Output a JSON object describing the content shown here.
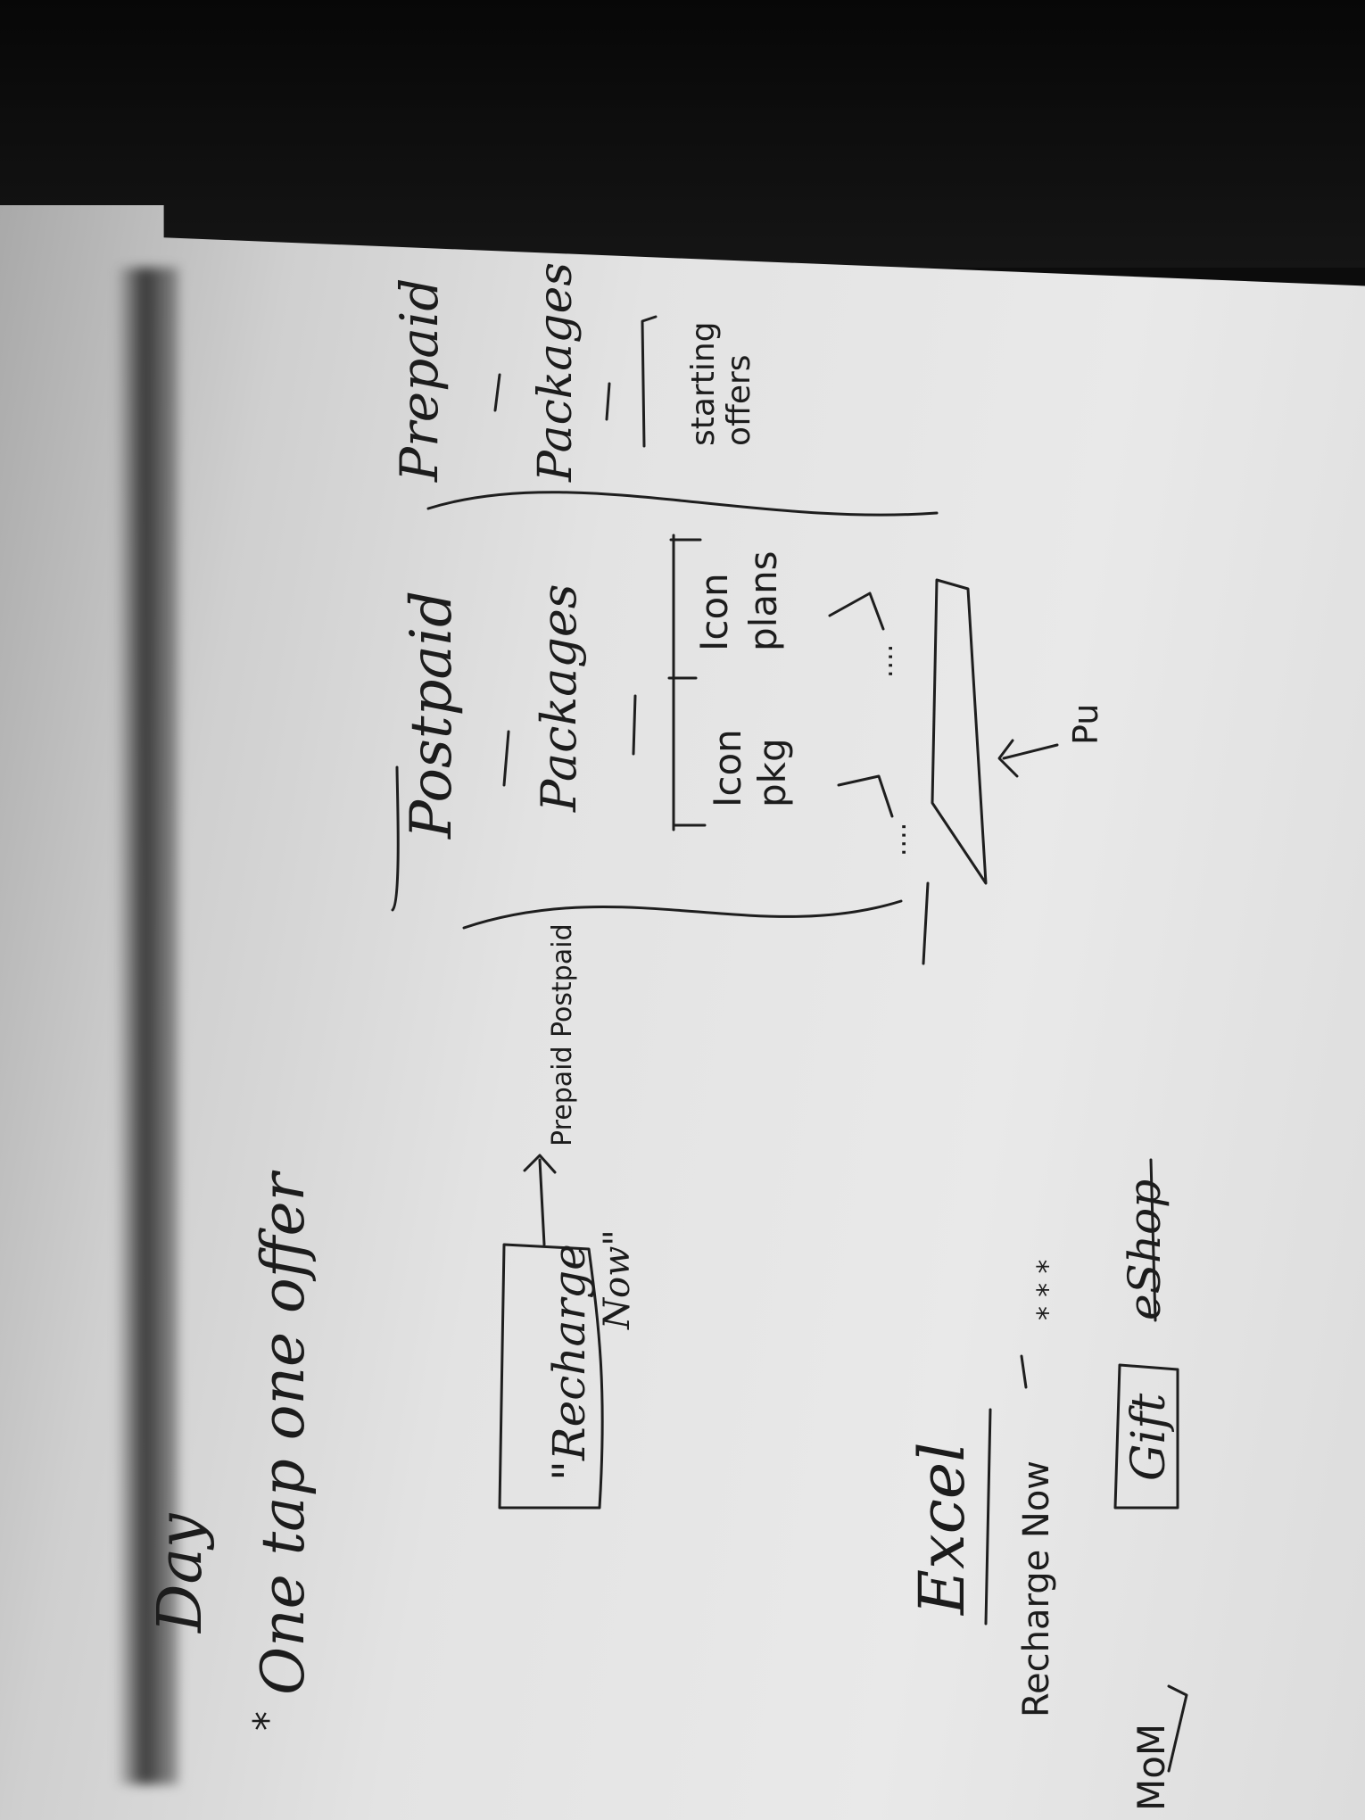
{
  "page": {
    "title": "Handwritten notebook sketch of a telecom app flow (rotated)"
  },
  "notes": {
    "heading_line1": "Day",
    "heading_line2": "One tap one offer",
    "recharge_box": "\"Recharge",
    "recharge_now_word": "Now\"",
    "arrow_target": "Prepaid Postpaid",
    "postpaid": {
      "title": "Postpaid",
      "packages": "Packages",
      "branch_left_line1": "Icon",
      "branch_left_line2": "pkg",
      "branch_right_line1": "Icon",
      "branch_right_line2": "plans",
      "ellipsis": "....",
      "pu": "Pu"
    },
    "prepaid": {
      "title": "Prepaid",
      "packages": "Packages",
      "bottom_line1": "starting",
      "bottom_line2": "offers"
    },
    "excel": "Excel",
    "recharge_now": "Recharge Now",
    "gift": "Gift",
    "eshop": "eShop",
    "mom": "MoM",
    "stars": "* * *"
  }
}
